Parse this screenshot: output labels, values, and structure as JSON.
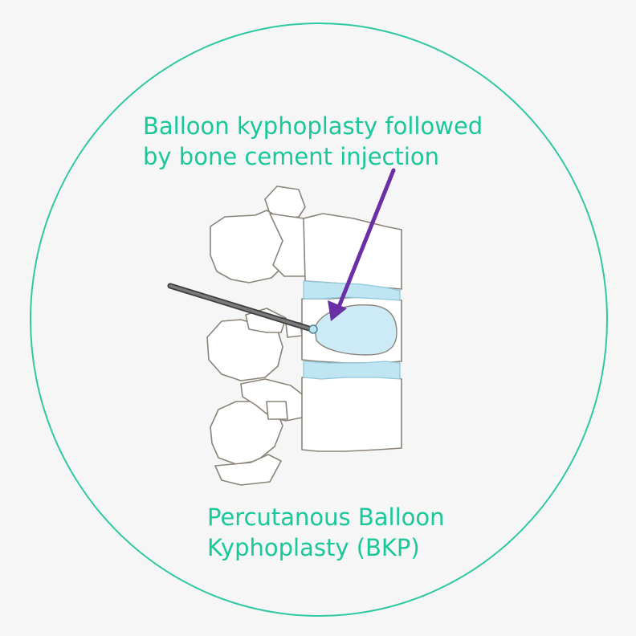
{
  "annotation": {
    "line1": "Balloon kyphoplasty followed",
    "line2": "by bone cement injection"
  },
  "title": {
    "line1": "Percutanous Balloon",
    "line2": "Kyphoplasty (BKP)"
  },
  "colors": {
    "background": "#f6f6f6",
    "circle": "#2fc8a2",
    "caption_text": "#19c79a",
    "arrow": "#6a2fa4",
    "disc": "#bfe4f2",
    "balloon": "#cdebf7",
    "bone": "#ffffff",
    "bone_outline": "#8a8378",
    "needle": "#5c5c5c"
  },
  "icons": {
    "arrow": "purple-arrow-icon",
    "needle": "needle-icon",
    "spine": "vertebra-illustration"
  }
}
